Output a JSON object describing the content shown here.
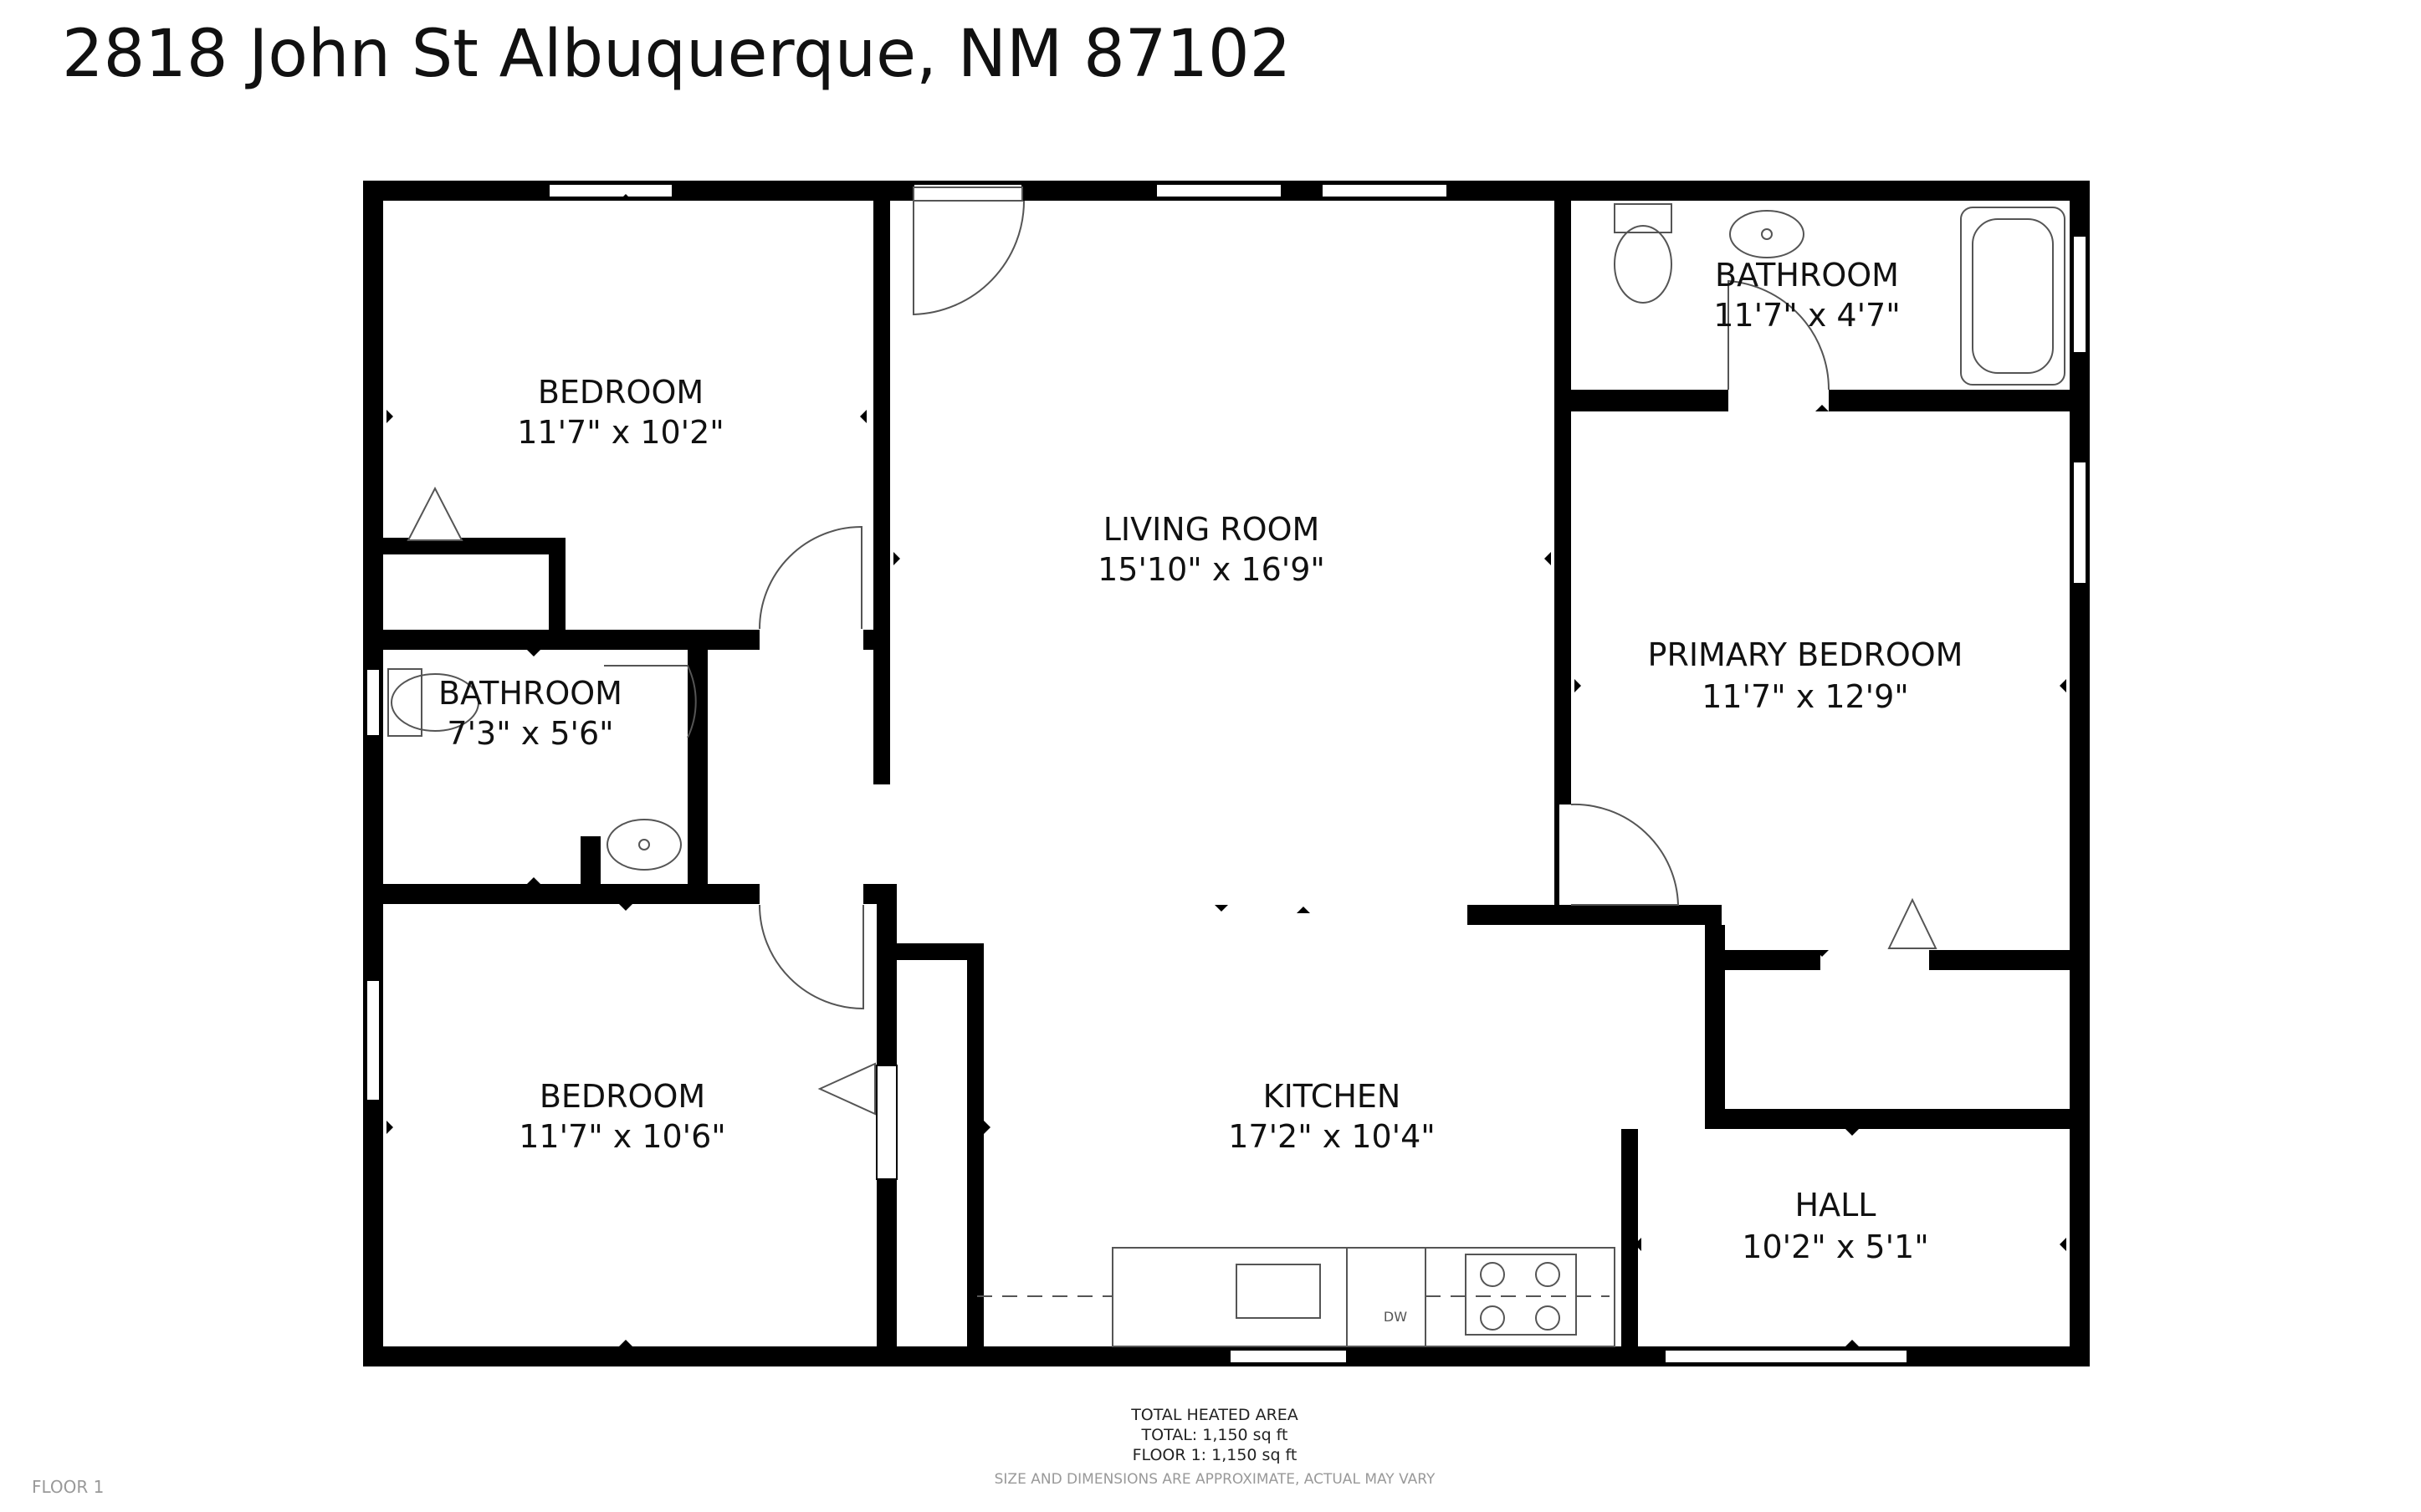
{
  "address": "2818 John St Albuquerque, NM 87102",
  "rooms": [
    {
      "name": "BEDROOM",
      "dims": "11'7\" x 10'2\""
    },
    {
      "name": "LIVING ROOM",
      "dims": "15'10\" x 16'9\""
    },
    {
      "name": "BATHROOM",
      "dims": "11'7\" x 4'7\""
    },
    {
      "name": "BATHROOM",
      "dims": "7'3\" x 5'6\""
    },
    {
      "name": "PRIMARY BEDROOM",
      "dims": "11'7\" x 12'9\""
    },
    {
      "name": "BEDROOM",
      "dims": "11'7\" x 10'6\""
    },
    {
      "name": "KITCHEN",
      "dims": "17'2\" x 10'4\""
    },
    {
      "name": "HALL",
      "dims": "10'2\" x 5'1\""
    }
  ],
  "appliance": {
    "dishwasher": "DW"
  },
  "footer": {
    "heading": "TOTAL HEATED AREA",
    "total": "TOTAL: 1,150 sq ft",
    "floor1": "FLOOR 1: 1,150 sq ft",
    "disclaimer": "SIZE AND DIMENSIONS ARE APPROXIMATE, ACTUAL MAY VARY"
  },
  "floor_label": "FLOOR 1",
  "colors": {
    "wall": "#000000",
    "background": "#ffffff",
    "fixture": "#555555",
    "muted": "#999999"
  }
}
